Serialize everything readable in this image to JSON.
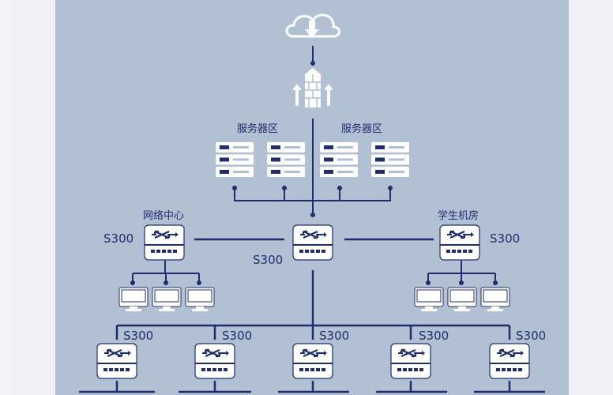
{
  "labels": {
    "server_zone_left": "服务器区",
    "server_zone_right": "服务器区",
    "network_center": "网络中心",
    "student_lab": "学生机房"
  },
  "switch_models": {
    "left": "S300",
    "center": "S300",
    "right": "S300",
    "bottom": [
      "S300",
      "S300",
      "S300",
      "S300",
      "S300"
    ]
  },
  "icons": {
    "cloud": "cloud-download-icon",
    "firewall": "firewall-icon",
    "server": "server-rack-icon",
    "switch": "network-switch-icon",
    "monitor": "computer-monitor-icon"
  },
  "colors": {
    "panel_bg": "#b2c0d3",
    "line": "#1f2d6e",
    "icon_fill": "#ffffff",
    "text": "#1f2d6e"
  }
}
